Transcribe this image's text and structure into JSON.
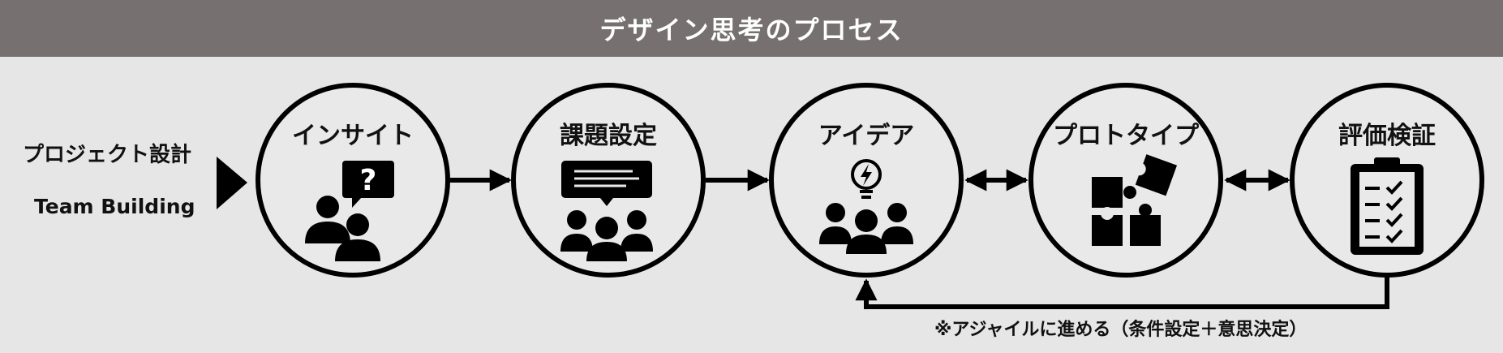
{
  "header": {
    "title": "デザイン思考のプロセス",
    "background_color": "#767170"
  },
  "left": {
    "label_jp": "プロジェクト設計",
    "label_en": "Team Building"
  },
  "stages": [
    {
      "title": "インサイト",
      "icon": "people-question-icon"
    },
    {
      "title": "課題設定",
      "icon": "team-discussion-icon"
    },
    {
      "title": "アイデア",
      "icon": "lightbulb-team-icon"
    },
    {
      "title": "プロトタイプ",
      "icon": "puzzle-icon"
    },
    {
      "title": "評価検証",
      "icon": "clipboard-checklist-icon"
    }
  ],
  "loop_note": "※アジャイルに進める（条件設定＋意思決定）",
  "colors": {
    "background": "#e6e6e6",
    "ink": "#000000"
  }
}
